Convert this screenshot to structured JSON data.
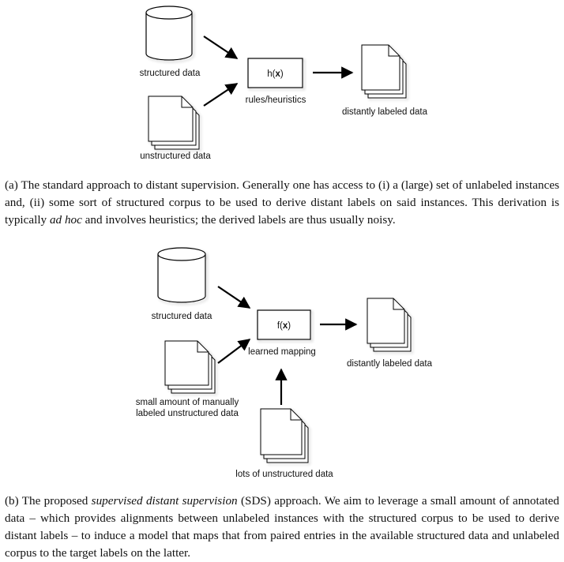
{
  "figure_a": {
    "cylinder_label": "structured data",
    "docs_label": "unstructured data",
    "box_text": "h(",
    "box_var": "x",
    "box_close": ")",
    "box_label": "rules/heuristics",
    "output_label": "distantly labeled data",
    "caption": {
      "part1": "(a) The standard approach to distant supervision. Generally one has access to (i) a (large) set of unlabeled instances and, (ii) some sort of structured corpus to be used to derive distant labels on said instances. This derivation is typically ",
      "emph": "ad hoc",
      "part2": " and involves heuristics; the derived labels are thus usually noisy."
    }
  },
  "figure_b": {
    "cylinder_label": "structured data",
    "docs_label_line1": "small amount of manually",
    "docs_label_line2": "labeled unstructured data",
    "box_text": "f(",
    "box_var": "x",
    "box_close": ")",
    "box_label": "learned mapping",
    "output_label": "distantly labeled data",
    "bottom_docs_label": "lots of unstructured data",
    "caption": {
      "part1": "(b) The proposed ",
      "emph": "supervised distant supervision",
      "part2": " (SDS) approach. We aim to leverage a small amount of annotated data – which provides alignments between unlabeled instances with the structured corpus to be used to derive distant labels – to induce a model that maps that from paired entries in the available structured data and unlabeled corpus to the target labels on the latter."
    }
  }
}
